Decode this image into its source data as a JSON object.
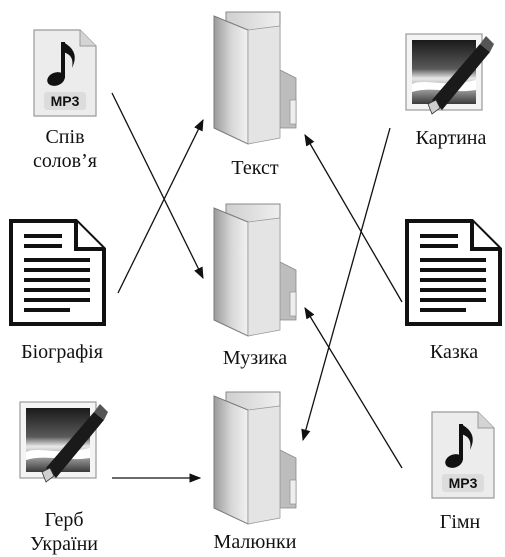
{
  "folders": {
    "text": "Текст",
    "music": "Музика",
    "pictures": "Малюнки"
  },
  "files": {
    "song_line1": "Спів",
    "song_line2": "солов’я",
    "biography": "Біографія",
    "herb_line1": "Герб",
    "herb_line2": "України",
    "painting": "Картина",
    "tale": "Казка",
    "anthem": "Гімн"
  },
  "icons": {
    "mp3_badge": "MP3"
  }
}
